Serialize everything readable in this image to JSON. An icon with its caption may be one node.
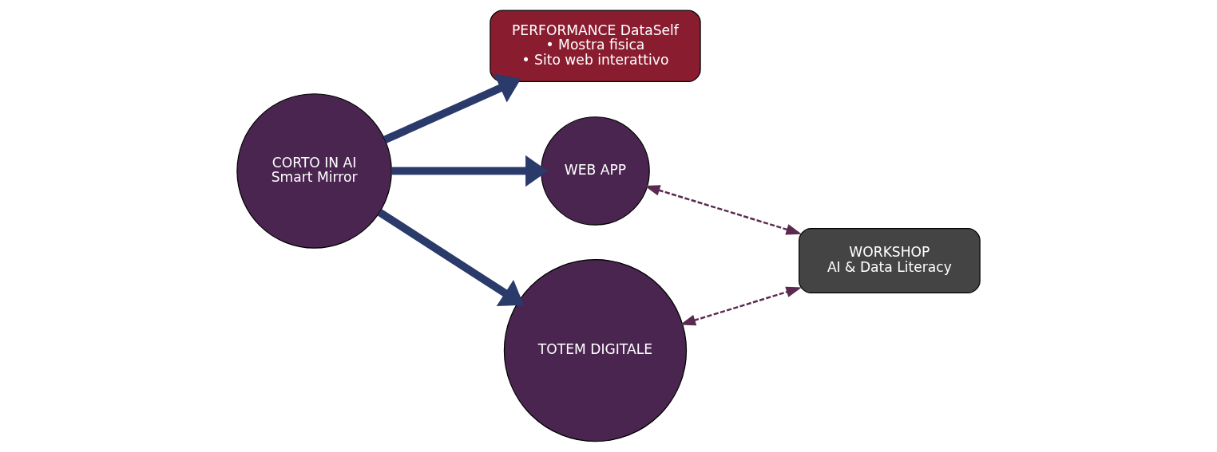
{
  "diagram": {
    "nodes": [
      {
        "text": [
          "CORTO IN AI",
          "Smart Mirror"
        ]
      },
      {
        "text": [
          "PERFORMANCE DataSelf",
          "• Mostra fisica",
          "• Sito web interattivo"
        ]
      },
      {
        "text": [
          "WEB APP"
        ]
      },
      {
        "text": [
          "TOTEM DIGITALE"
        ]
      },
      {
        "text": [
          "WORKSHOP",
          "AI & Data Literacy"
        ]
      }
    ],
    "edges": [
      {
        "from": 0,
        "to": 1,
        "arrow": "to"
      },
      {
        "from": 0,
        "to": 2,
        "arrow": "to"
      },
      {
        "from": 0,
        "to": 3,
        "arrow": "to"
      },
      {
        "from": 2,
        "to": 4,
        "arrow": "both",
        "style": "dashed"
      },
      {
        "from": 3,
        "to": 4,
        "arrow": "both",
        "style": "dashed"
      }
    ]
  }
}
